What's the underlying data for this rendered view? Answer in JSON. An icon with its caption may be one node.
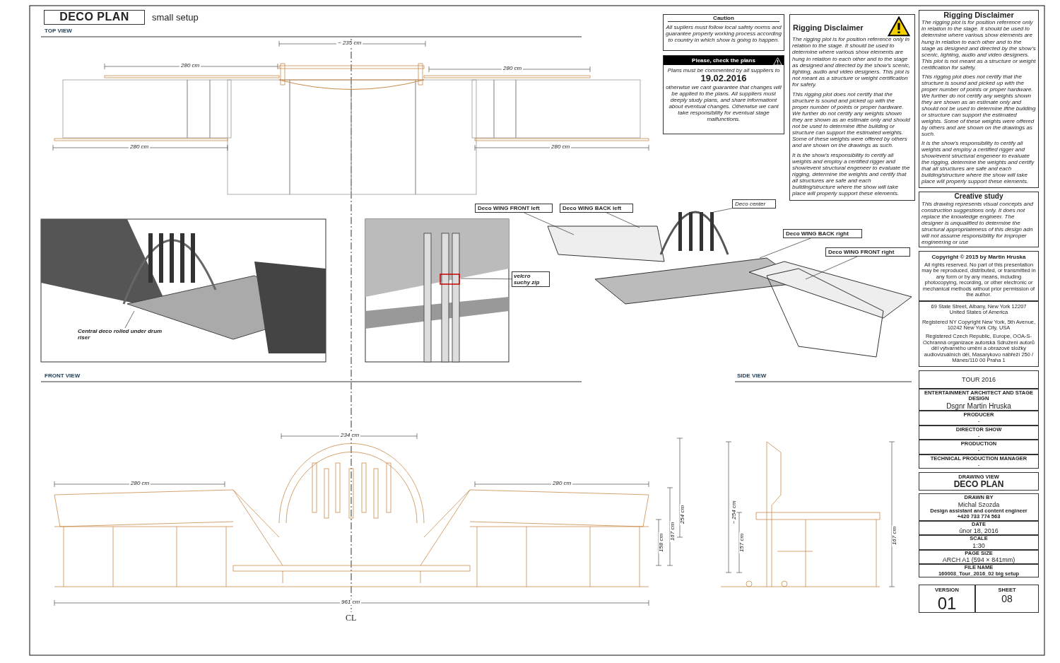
{
  "diagram": {
    "nodes": [
      {
        "text": [
          "DECO PLAN"
        ],
        "beside": [
          "small setup"
        ]
      },
      {
        "text": [
          "Caution",
          "All supliers must follow local safety norms and guarantee properly working process according to country in which show is going to happen."
        ]
      },
      {
        "text": [
          "Please, check the plans",
          "Plans must be commented by all suppliers to",
          "19.02.2016",
          "otherwise we cant guarantee that changes will be applied to the plans. All suppliers must deeply study plans, and share informationt about eventual changes. Otherwise we cant take responsibility for eventual stage malfunctions."
        ]
      },
      {
        "text": [
          "Rigging Disclaimer",
          "The rigging plot is for position reference only in relation to the stage. It should be used to determine where various show elements are hung in relation to each other and to the stage as designed and directed by the show's scenic, lighting, audio and video designers. This plot is not meant as a structure or weight certification for safety.",
          "This rigging plot does not certify that the structure is sound and picked up with the proper number of points or proper hardware. We further do not certify any weights shown they are shown as an estimate only and should not be used to determine ifthe building or structure can support the estimated weights. Some of these weights were offered by others and are shown on the drawings as such.",
          "It is the show's responsibility to certify all weights and employ a certified rigger and show/event structural engeneer to evaluate the rigging, determine the weights and certify that all structures are safe and each building/structure where the show will take place will properly support these elements."
        ]
      },
      {
        "text": [
          "Rigging Disclaimer",
          "The rigging plot is for position reference only in relation to the stage. It should be used to determine where various show elements are hung in relation to each other and to the stage as designed and directed by the show's scenic, lighting, audio and video designers. This plot is not meant as a structure or weight certification for safety.",
          "This rigging plot does not certify that the structure is sound and picked up with the proper number of points or proper hardware. We further do not certify any weights shown they are shown as an estimate only and should not be used to determine ifthe building or structure can support the estimated weights. Some of these weights were offered by others and are shown on the drawings as such.",
          "It is the show's responsibility to certify all weights and employ a certified rigger and show/event structural engeneer to evaluate the rigging, determine the weights and certify that all structures are safe and each building/structure where the show will take place will properly support these elements."
        ]
      },
      {
        "text": [
          "Creative study",
          "This drawing represents visual concepts and construction suggestions only. It does not replace the knowledge engineer. The designer is unqualified to determine the structural appropriateness of this design adn will not assume responsibility for improper engineering or use"
        ]
      },
      {
        "text": [
          "Central deco rolled under drum riser"
        ]
      },
      {
        "text": [
          "velcro suchy zip"
        ]
      },
      {
        "text": [
          "Deco WING FRONT left"
        ]
      },
      {
        "text": [
          "Deco WING BACK left"
        ]
      },
      {
        "text": [
          "Deco center"
        ]
      },
      {
        "text": [
          "Deco WING BACK right"
        ]
      },
      {
        "text": [
          "Deco WING FRONT right"
        ]
      },
      {
        "text": [
          "Copyright © 2015 by Martin Hruska",
          "All rights reserved. No part of this presentation may be reproduced, distributed, or transmitted in any form or by any means, including photocopying, recording, or other electronic or mechanical methods without prior permission of the author."
        ]
      },
      {
        "text": [
          "69 State Street, Albany, New York 12207 United States of America",
          "Registered NY Copyright New York, 5th Avenue, 10242 New York City, USA",
          "Registered Czech Republic, Europe, OOA-S-Ochranná organizace autorská Sdružení autorů děl výtvarného umění a obrazové složky audiovizuálních děl, Masarykovo nábřeží 250 / Mánes/110 00 Praha 1"
        ]
      },
      {
        "text": [
          "TOUR 2016"
        ]
      },
      {
        "text": [
          "ENTERTAINMENT ARCHITECT AND STAGE DESIGN",
          "Dsgnr Martin Hruska"
        ]
      },
      {
        "text": [
          "PRODUCER",
          "-"
        ]
      },
      {
        "text": [
          "DIRECTOR SHOW",
          "-"
        ]
      },
      {
        "text": [
          "PRODUCTION",
          "-"
        ]
      },
      {
        "text": [
          "TECHNICAL PRODUCTION MANAGER",
          "-"
        ]
      },
      {
        "text": [
          "DRAWING VIEW",
          "DECO PLAN"
        ]
      },
      {
        "text": [
          "DRAWN BY",
          "Michal Szozda",
          "Design assistant and content engineer",
          "+420 733 774 563"
        ]
      },
      {
        "text": [
          "DATE",
          "únor 18, 2016"
        ]
      },
      {
        "text": [
          "SCALE",
          "1:30"
        ]
      },
      {
        "text": [
          "PAGE SIZE",
          "ARCH A1 (594 × 841mm)"
        ]
      },
      {
        "text": [
          "FILE NAME",
          "160003_Tour_2016_02 big setup"
        ]
      },
      {
        "text": [
          "VERSION",
          "01"
        ]
      },
      {
        "text": [
          "SHEET",
          "08"
        ]
      }
    ],
    "edges": [
      {
        "from": 6,
        "to": null,
        "arrow": "none"
      },
      {
        "from": 7,
        "to": null,
        "arrow": "none"
      },
      {
        "from": 8,
        "to": null,
        "arrow": "none"
      },
      {
        "from": 9,
        "to": null,
        "arrow": "none"
      },
      {
        "from": 10,
        "to": null,
        "arrow": "none"
      },
      {
        "from": 11,
        "to": null,
        "arrow": "none"
      },
      {
        "from": 12,
        "to": null,
        "arrow": "none"
      }
    ],
    "labels": [
      "TOP VIEW",
      "~ 235 cm",
      "280 cm",
      "280 cm",
      "280 cm",
      "280 cm",
      "FRONT VIEW",
      "SIDE VIEW",
      "234 cm",
      "280 cm",
      "280 cm",
      "254 cm",
      "167 cm",
      "158 cm",
      "~ 254 cm",
      "157 cm",
      "167 cm",
      "961 cm",
      "CL"
    ]
  }
}
